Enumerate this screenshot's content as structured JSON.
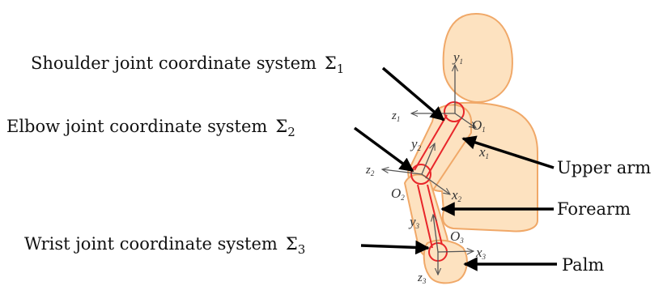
{
  "labels": {
    "shoulder_system": "Shoulder joint coordinate system",
    "shoulder_sigma": "Σ",
    "shoulder_index": "1",
    "elbow_system": "Elbow joint coordinate system",
    "elbow_sigma": "Σ",
    "elbow_index": "2",
    "wrist_system": "Wrist joint coordinate system",
    "wrist_sigma": "Σ",
    "wrist_index": "3",
    "upper_arm": "Upper arm",
    "forearm": "Forearm",
    "palm": "Palm"
  },
  "axes": {
    "y": "y",
    "x": "x",
    "z": "z",
    "o": "O",
    "i1": "1",
    "i2": "2",
    "i3": "3"
  },
  "colors": {
    "body_fill": "#fde2c0",
    "body_outline": "#f0a868",
    "joint_circle": "#e8262a",
    "link_line": "#e8262a",
    "axis_arrow": "#555555",
    "pointer_arrow": "#000000"
  }
}
